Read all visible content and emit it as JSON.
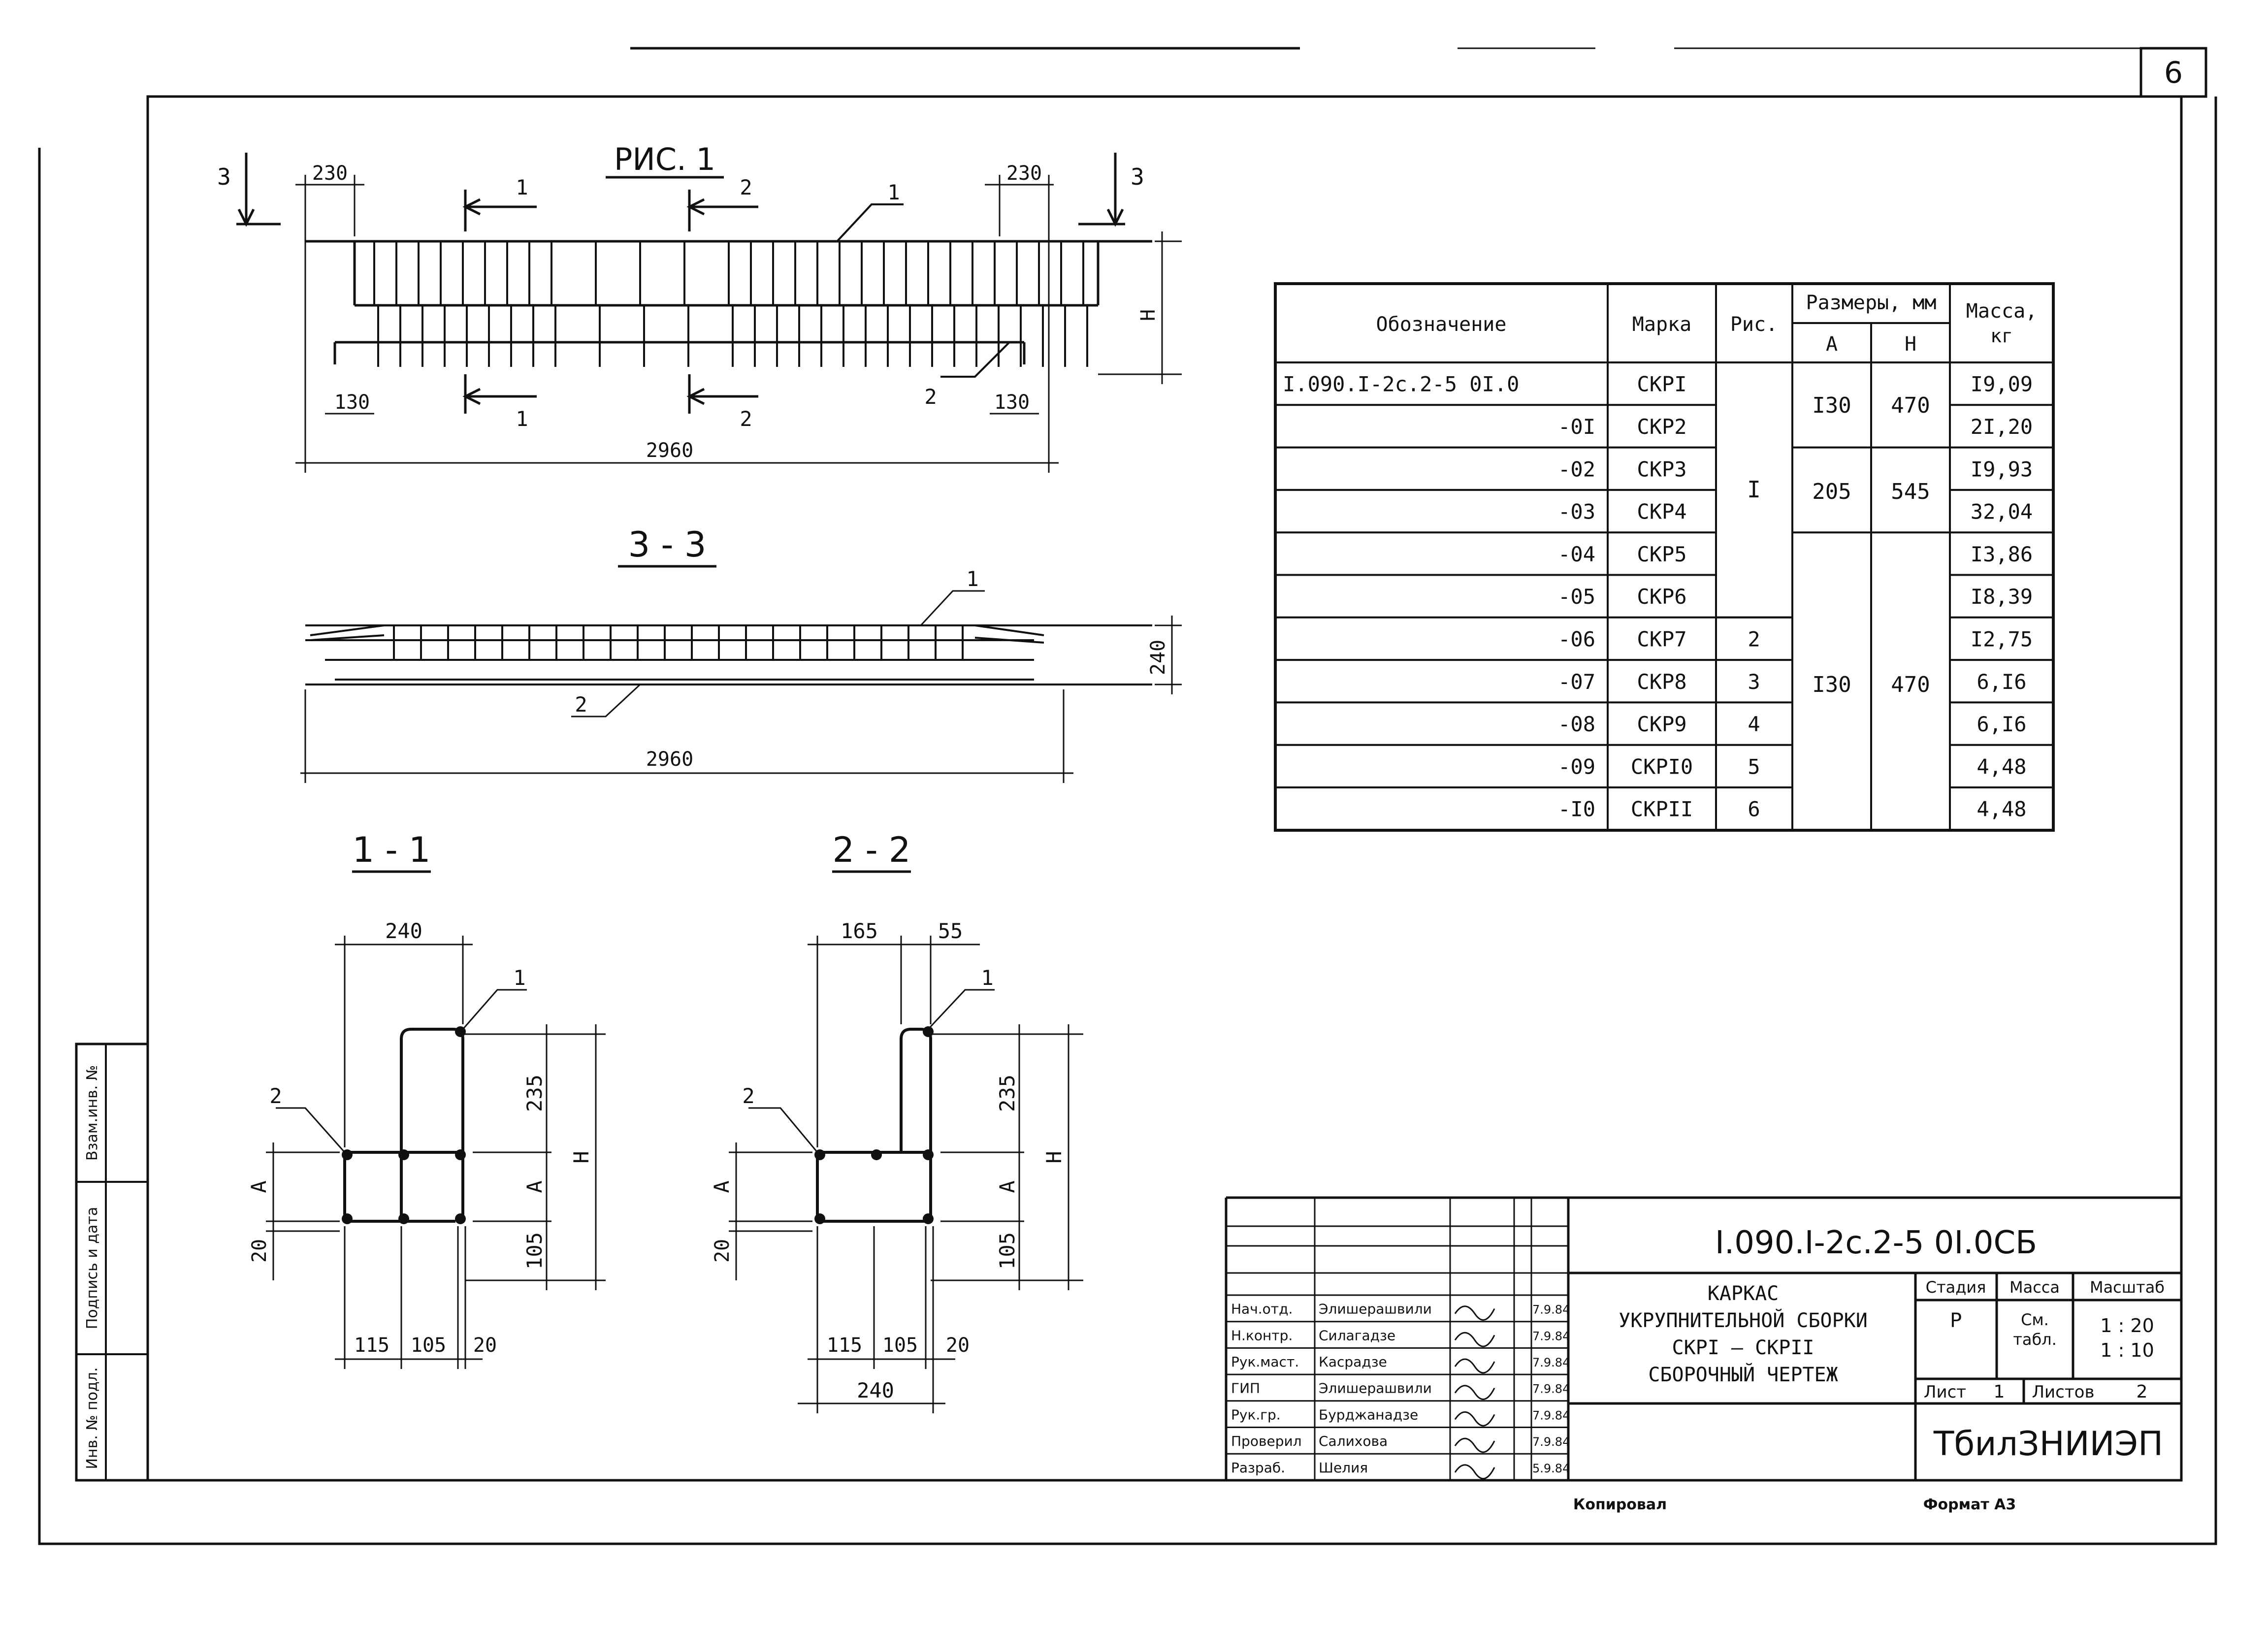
{
  "sheet_number": "6",
  "figures": {
    "fig1": {
      "title": "РИС. 1",
      "dim_overhang_left": "230",
      "dim_overhang_right": "230",
      "dim_bottom_left": "130",
      "dim_bottom_right": "130",
      "dim_total": "2960",
      "dim_height": "Н",
      "section_3": "3",
      "section_1": "1",
      "section_2": "2",
      "pos_1": "1",
      "pos_2": "2"
    },
    "section_33": {
      "title": "3 - 3",
      "dim_total": "2960",
      "dim_height": "240",
      "pos_1": "1",
      "pos_2": "2"
    },
    "section_11": {
      "title": "1 - 1",
      "dim_top": "240",
      "dim_h1": "235",
      "dim_h2": "105",
      "dim_a": "А",
      "dim_a2": "А",
      "dim_h": "Н",
      "dim_20": "20",
      "dim_b1": "115",
      "dim_b2": "105",
      "dim_b3": "20",
      "pos_1": "1",
      "pos_2": "2"
    },
    "section_22": {
      "title": "2 - 2",
      "dim_top1": "165",
      "dim_top2": "55",
      "dim_h1": "235",
      "dim_h2": "105",
      "dim_a": "А",
      "dim_a2": "А",
      "dim_h": "Н",
      "dim_20": "20",
      "dim_b1": "115",
      "dim_b2": "105",
      "dim_b3": "20",
      "dim_total": "240",
      "pos_1": "1",
      "pos_2": "2"
    }
  },
  "spec_table": {
    "headers": {
      "designation": "Обозначение",
      "mark": "Марка",
      "fig": "Рис.",
      "sizes": "Размеры, мм",
      "size_a": "А",
      "size_h": "Н",
      "mass": "Масса,",
      "mass_unit": "кг"
    },
    "rows": [
      {
        "designation": "I.090.I-2с.2-5 0I.0",
        "mark": "СКРI",
        "mass": "I9,09"
      },
      {
        "designation": "-0I",
        "mark": "СКР2",
        "mass": "2I,20"
      },
      {
        "designation": "-02",
        "mark": "СКР3",
        "mass": "I9,93"
      },
      {
        "designation": "-03",
        "mark": "СКР4",
        "mass": "32,04"
      },
      {
        "designation": "-04",
        "mark": "СКР5",
        "mass": "I3,86"
      },
      {
        "designation": "-05",
        "mark": "СКР6",
        "mass": "I8,39"
      },
      {
        "designation": "-06",
        "mark": "СКР7",
        "mass": "I2,75"
      },
      {
        "designation": "-07",
        "mark": "СКР8",
        "mass": "6,I6"
      },
      {
        "designation": "-08",
        "mark": "СКР9",
        "mass": "6,I6"
      },
      {
        "designation": "-09",
        "mark": "СКРI0",
        "mass": "4,48"
      },
      {
        "designation": "-I0",
        "mark": "СКРII",
        "mass": "4,48"
      }
    ],
    "fig_merged": "I",
    "fig_values": [
      "2",
      "3",
      "4",
      "5",
      "6"
    ],
    "size_groups": [
      {
        "a": "I30",
        "h": "470"
      },
      {
        "a": "205",
        "h": "545"
      },
      {
        "a": "I30",
        "h": "470"
      }
    ]
  },
  "title_block": {
    "doc_code": "I.090.I-2с.2-5   0I.0СБ",
    "name_lines": [
      "КАРКАС",
      "УКРУПНИТЕЛЬНОЙ СБОРКИ",
      "СКРI – СКРII",
      "СБОРОЧНЫЙ ЧЕРТЕЖ"
    ],
    "stage_label": "Стадия",
    "mass_label": "Масса",
    "scale_label": "Масштаб",
    "stage_value": "Р",
    "mass_value": "См. табл.",
    "scale_values": [
      "1 : 20",
      "1 : 10"
    ],
    "sheet_label": "Лист",
    "sheet_value": "1",
    "sheets_label": "Листов",
    "sheets_value": "2",
    "organization": "ТбилЗНИИЭП",
    "people": [
      {
        "role": "Нач.отд.",
        "name": "Элишерашвили",
        "date": "7.9.84"
      },
      {
        "role": "Н.контр.",
        "name": "Силагадзе",
        "date": "7.9.84"
      },
      {
        "role": "Рук.маст.",
        "name": "Касрадзе",
        "date": "7.9.84"
      },
      {
        "role": "ГИП",
        "name": "Элишерашвили",
        "date": "7.9.84"
      },
      {
        "role": "Рук.гр.",
        "name": "Бурджанадзе",
        "date": "7.9.84"
      },
      {
        "role": "Проверил",
        "name": "Салихова",
        "date": "7.9.84"
      },
      {
        "role": "Разраб.",
        "name": "Шелия",
        "date": "5.9.84"
      }
    ],
    "copied_label": "Копировал",
    "format_label": "Формат А3"
  },
  "side_stamp": {
    "col1": "Инв. № подл.",
    "col2": "Подпись и дата",
    "col3": "Взам.инв. №"
  }
}
